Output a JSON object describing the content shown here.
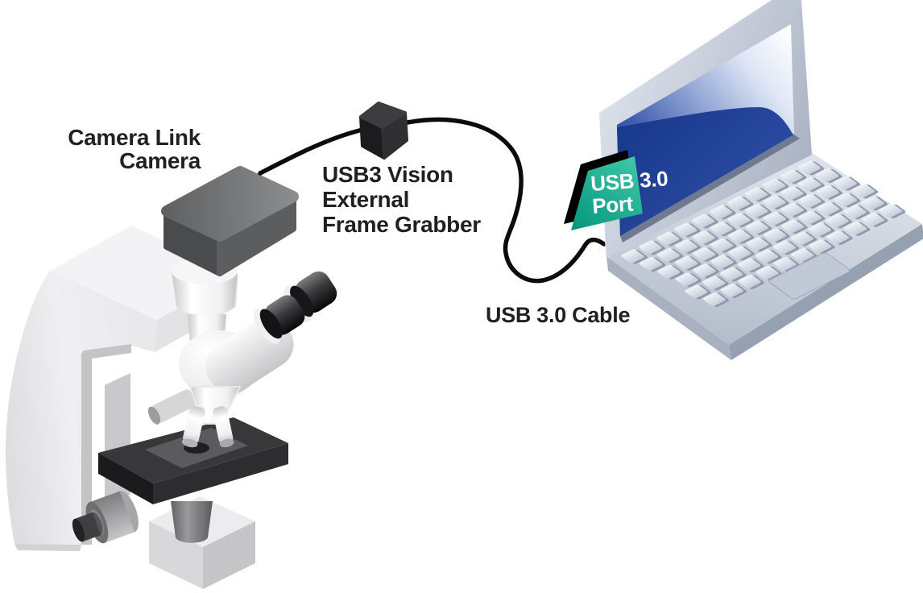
{
  "diagram": {
    "title_hint": "Camera Link camera to laptop via USB3 Vision external frame grabber",
    "labels": {
      "camera_link": [
        "Camera Link",
        "Camera"
      ],
      "frame_grabber": [
        "USB3 Vision",
        "External",
        "Frame Grabber"
      ],
      "usb_cable": "USB 3.0 Cable",
      "usb_port": [
        "USB 3.0",
        "Port"
      ]
    },
    "colors": {
      "background": "#ffffff",
      "label_text": "#231f20",
      "port_text": "#ffffff",
      "port_teal": "#009379",
      "port_teal_light": "#3fc7a9",
      "port_shadow": "#000000",
      "screen_blue_dark": "#1a3a8e",
      "screen_blue": "#2f51a8",
      "screen_highlight": "#ffffff",
      "cable": "#0c0c0c",
      "laptop_body": "#c7ceda",
      "camera_gray": "#5c5d5f",
      "grabber_black": "#1c1c1e",
      "microscope_light": "#efeff1",
      "stage_dark": "#2d2d2f"
    }
  }
}
